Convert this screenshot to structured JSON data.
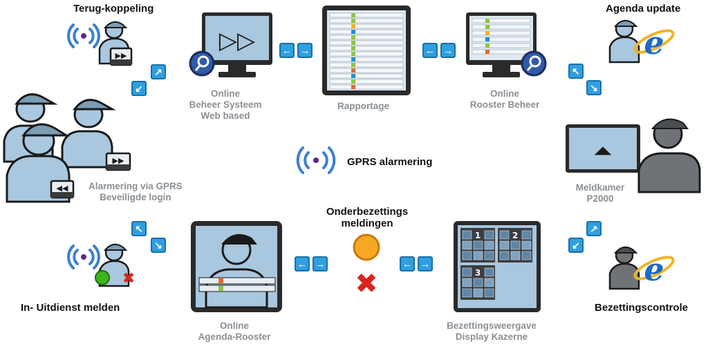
{
  "labels": {
    "terugkoppeling": "Terug-koppeling",
    "agenda_update": "Agenda update",
    "in_uitdienst": "In- Uitdienst melden",
    "bezettingscontrole": "Bezettingscontrole",
    "gprs": "GPRS alarmering",
    "onderbezetting_1": "Onderbezettings",
    "onderbezetting_2": "meldingen"
  },
  "captions": {
    "beheer": [
      "Online",
      "Beheer Systeem",
      "Web based"
    ],
    "rapportage": [
      "Rapportage"
    ],
    "rooster": [
      "Online",
      "Rooster Beheer"
    ],
    "alarmering": [
      "Alarmering via GPRS",
      "Beveiligde login"
    ],
    "meldkamer": [
      "Meldkamer",
      "P2000"
    ],
    "agenda": [
      "Online",
      "Agenda-Rooster"
    ],
    "bezettingsweergave": [
      "Bezettingsweergave",
      "Display Kazerne"
    ]
  },
  "display_numbers": [
    "1",
    "2",
    "3"
  ],
  "arrow_glyphs": {
    "left": "←",
    "right": "→",
    "ne": "↗",
    "sw": "↙",
    "nw": "↖",
    "se": "↘"
  },
  "colors": {
    "accent": "#2f9fe0",
    "person": "#a9c7de",
    "outline": "#1a1a1a",
    "gray_person": "#6f7378"
  }
}
